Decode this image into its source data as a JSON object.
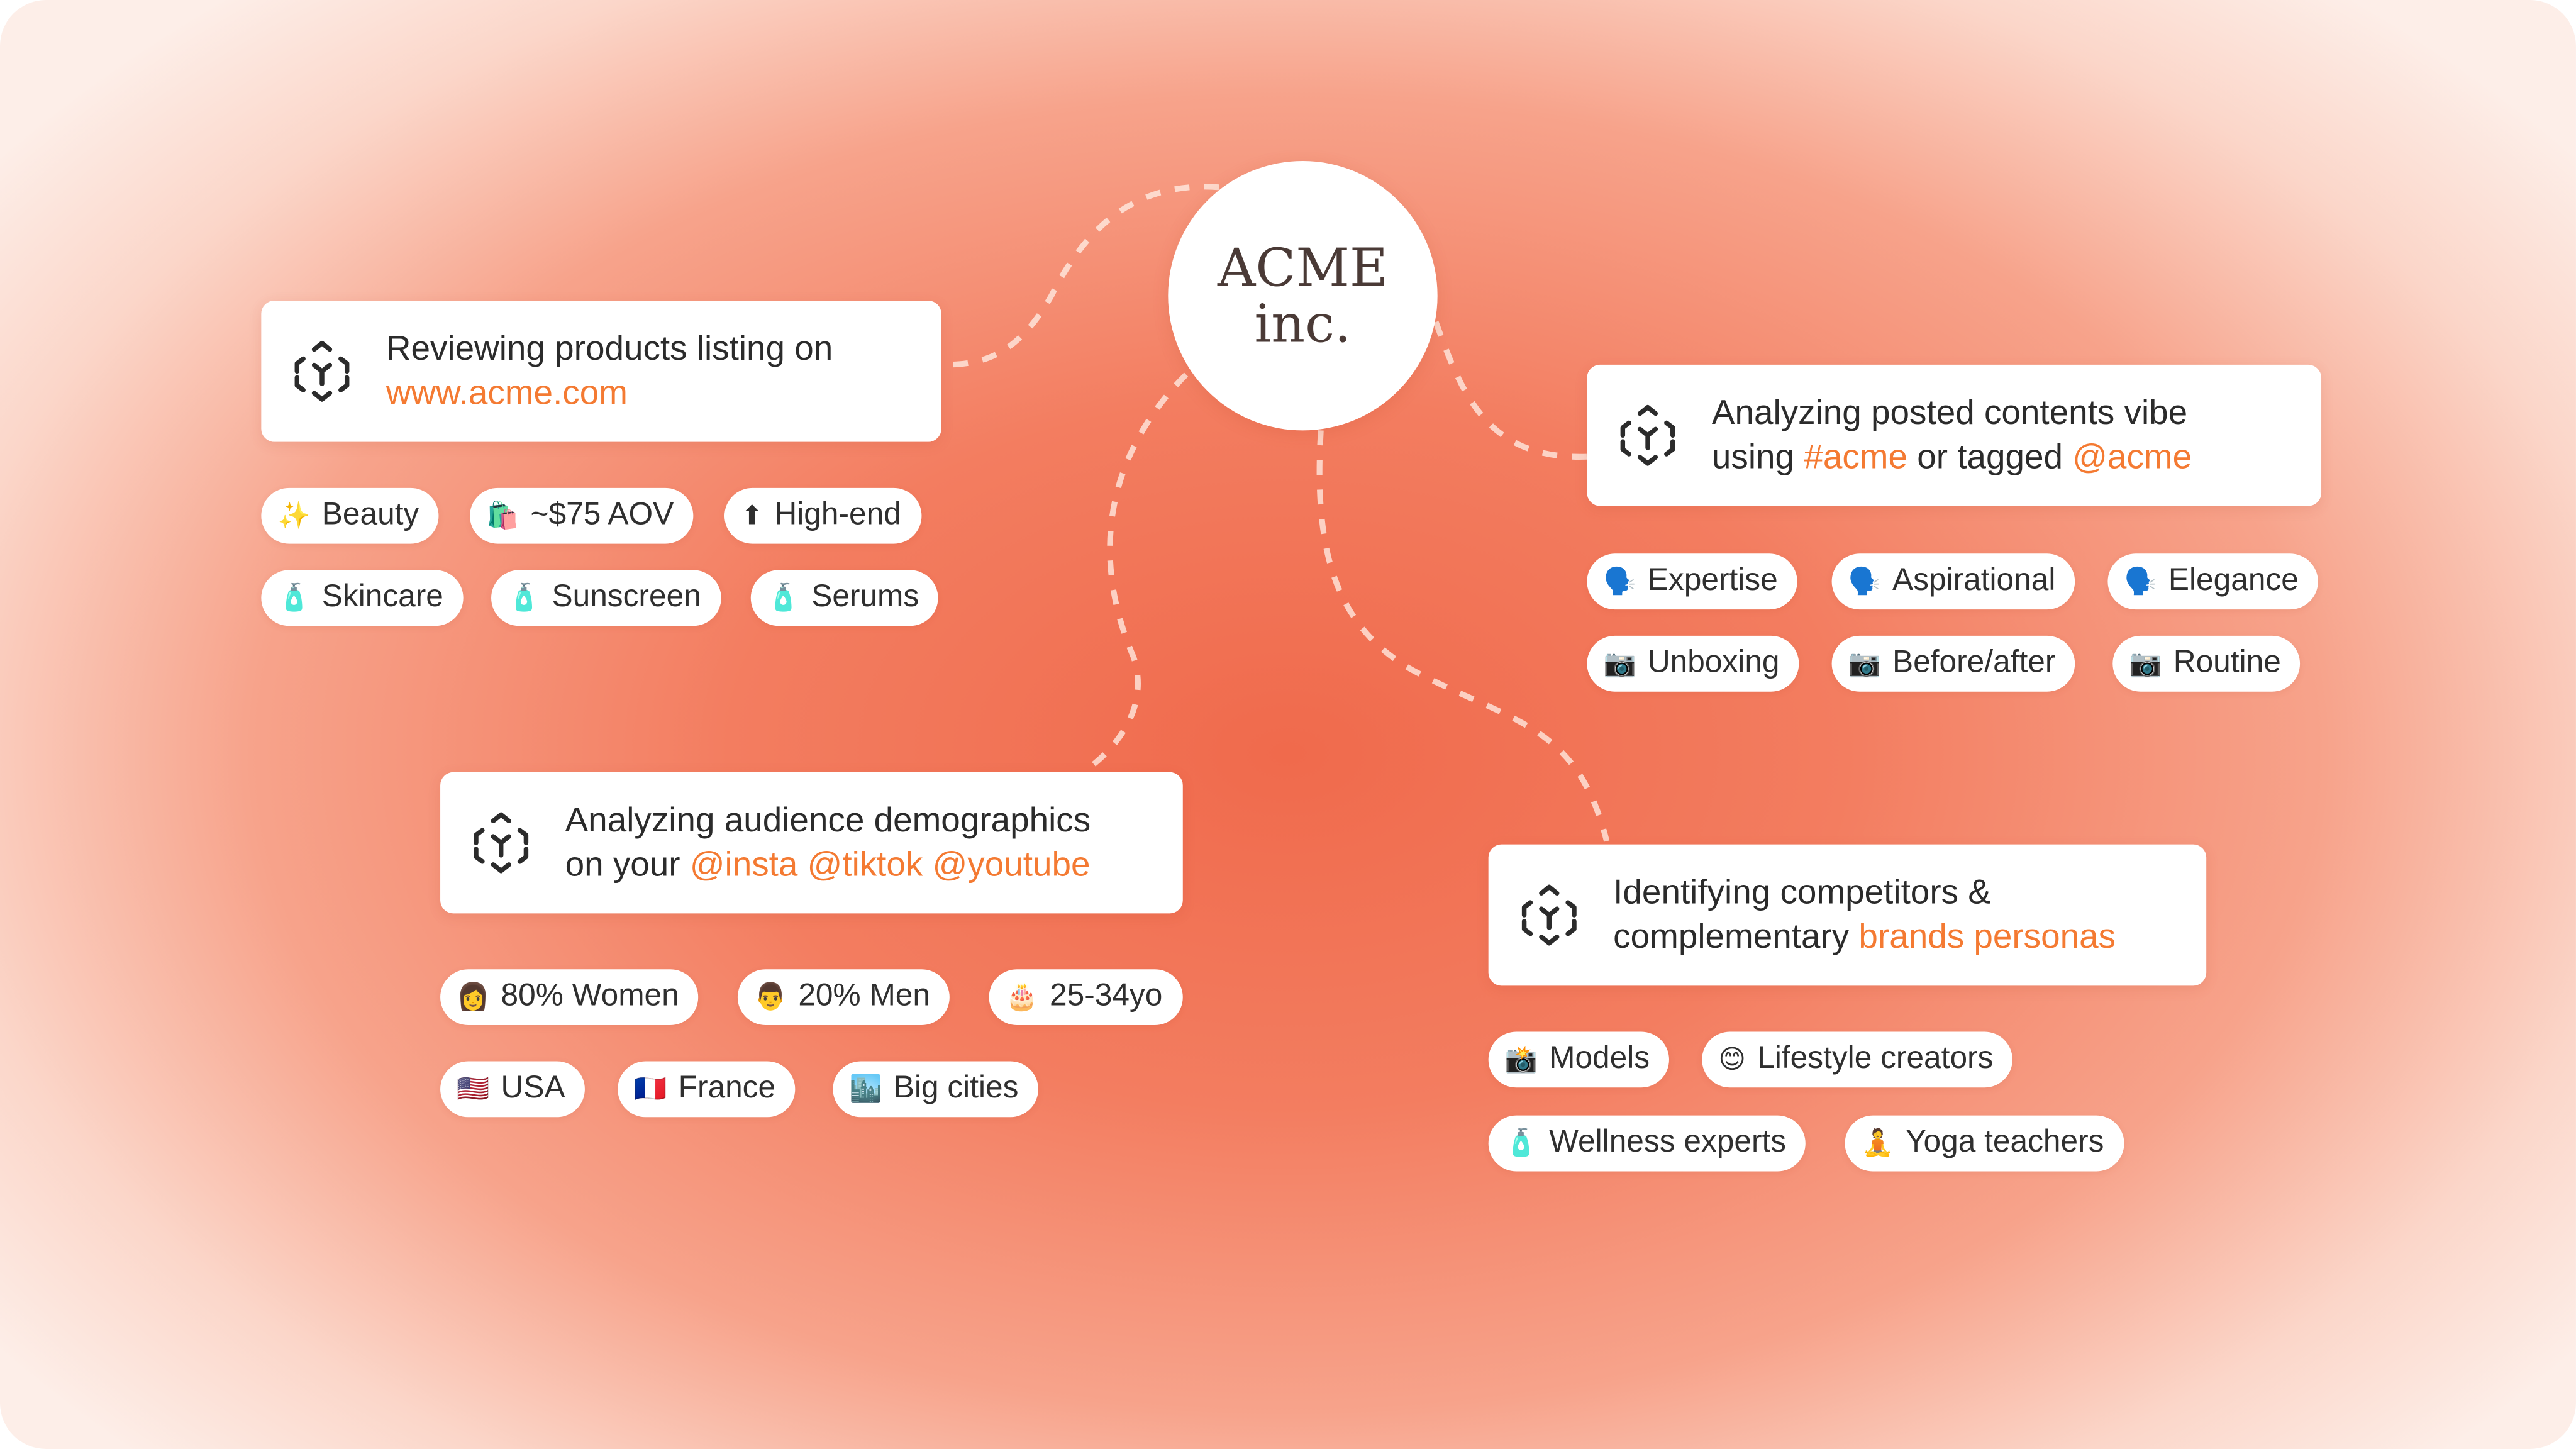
{
  "logo": {
    "line1": "ACME",
    "line2": "inc."
  },
  "cards": [
    {
      "text": "Reviewing products listing on",
      "highlight": "www.acme.com",
      "chips": [
        {
          "icon": "✨",
          "label": "Beauty"
        },
        {
          "icon": "🛍️",
          "label": "~$75 AOV"
        },
        {
          "icon": "⬆",
          "label": "High-end"
        },
        {
          "icon": "🧴",
          "label": "Skincare"
        },
        {
          "icon": "🧴",
          "label": "Sunscreen"
        },
        {
          "icon": "🧴",
          "label": "Serums"
        }
      ]
    },
    {
      "text_line1": "Analyzing posted contents vibe",
      "text_pre": "using ",
      "highlight1": "#acme",
      "text_mid": " or tagged ",
      "highlight2": "@acme",
      "chips": [
        {
          "icon": "🗣️",
          "label": "Expertise"
        },
        {
          "icon": "🗣️",
          "label": "Aspirational"
        },
        {
          "icon": "🗣️",
          "label": "Elegance"
        },
        {
          "icon": "📷",
          "label": "Unboxing"
        },
        {
          "icon": "📷",
          "label": "Before/after"
        },
        {
          "icon": "📷",
          "label": "Routine"
        }
      ]
    },
    {
      "text_line1": "Analyzing audience demographics",
      "text_pre": "on your ",
      "highlight": "@insta @tiktok @youtube",
      "chips": [
        {
          "icon": "👩",
          "label": "80% Women"
        },
        {
          "icon": "👨",
          "label": "20% Men"
        },
        {
          "icon": "🎂",
          "label": "25-34yo"
        },
        {
          "icon": "🇺🇸",
          "label": "USA"
        },
        {
          "icon": "🇫🇷",
          "label": "France"
        },
        {
          "icon": "🏙️",
          "label": "Big cities"
        }
      ]
    },
    {
      "text_line1": "Identifying competitors &",
      "text_pre": "complementary ",
      "highlight": "brands personas",
      "chips": [
        {
          "icon": "📸",
          "label": "Models"
        },
        {
          "icon": "😊",
          "label": "Lifestyle creators"
        },
        {
          "icon": "🧴",
          "label": "Wellness experts"
        },
        {
          "icon": "🧘",
          "label": "Yoga teachers"
        }
      ]
    }
  ],
  "colors": {
    "accent": "#f47a32",
    "logo_text": "#4a3a36",
    "background_center": "#f06a4c"
  }
}
